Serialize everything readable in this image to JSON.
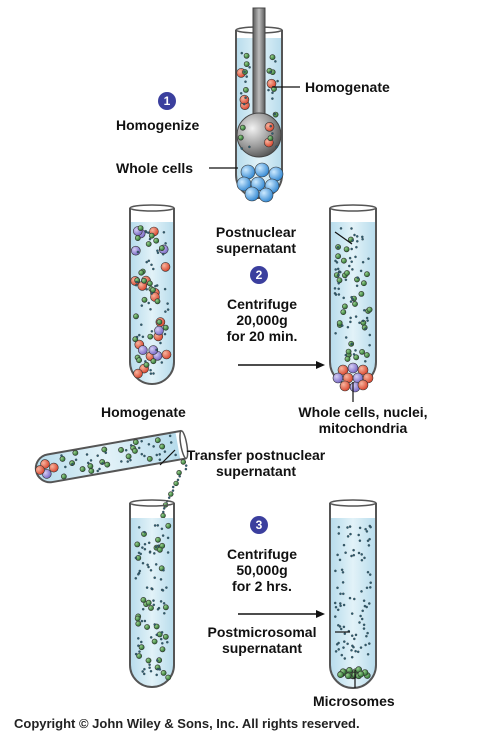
{
  "labels": {
    "homogenate_top": "Homogenate",
    "homogenize": "Homogenize",
    "whole_cells": "Whole cells",
    "postnuclear_1": "Postnuclear",
    "postnuclear_2": "supernatant",
    "centrifuge1_1": "Centrifuge",
    "centrifuge1_2": "20,000g",
    "centrifuge1_3": "for 20 min.",
    "homogenate_mid": "Homogenate",
    "pellet1_1": "Whole cells, nuclei,",
    "pellet1_2": "mitochondria",
    "transfer_1": "Transfer postnuclear",
    "transfer_2": "supernatant",
    "centrifuge2_1": "Centrifuge",
    "centrifuge2_2": "50,000g",
    "centrifuge2_3": "for 2 hrs.",
    "postmicro_1": "Postmicrosomal",
    "postmicro_2": "supernatant",
    "microsomes": "Microsomes",
    "copyright": "Copyright © John Wiley & Sons, Inc. All rights reserved."
  },
  "steps": {
    "step1": "1",
    "step2": "2",
    "step3": "3"
  },
  "colors": {
    "liquid": "#cfe8f2",
    "liquid_deep": "#b9dcea",
    "red_organelle": "#e8583a",
    "purple_organelle": "#8e7fd6",
    "green_microsome": "#2f8a3a",
    "whole_cell_blue": "#4da6e6",
    "step_badge": "#3b3f9e"
  }
}
